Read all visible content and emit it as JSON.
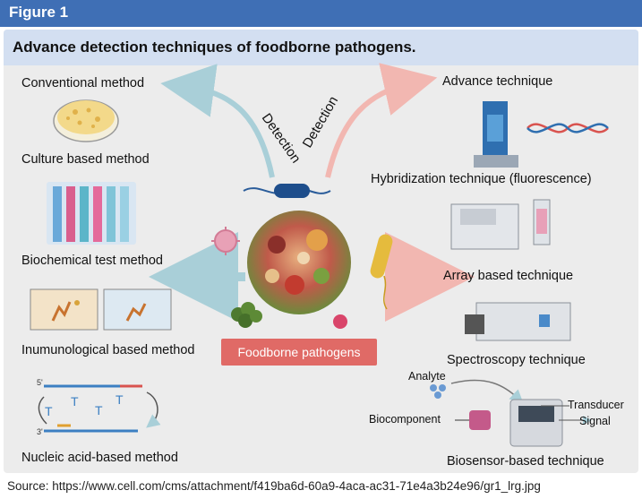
{
  "figure_label": "Figure 1",
  "title": "Advance detection techniques of foodborne pathogens.",
  "left_column": {
    "heading": "Conventional method",
    "methods": [
      "Culture based method",
      "Biochemical test method",
      "Inumunological based method",
      "Nucleic acid-based method"
    ]
  },
  "right_column": {
    "heading": "Advance technique",
    "methods": [
      "Hybridization technique (fluorescence)",
      "Array based technique",
      "Spectroscopy technique",
      "Biosensor-based technique"
    ],
    "biosensor_parts": {
      "analyte": "Analyte",
      "biocomponent": "Biocomponent",
      "transducer": "Transducer",
      "signal": "Signal"
    }
  },
  "center": {
    "arrow_left_text": "Detection",
    "arrow_right_text": "Detection",
    "pathogen_label": "Foodborne pathogens"
  },
  "dna_strand_labels": {
    "five_prime": "5'",
    "three_prime": "3'"
  },
  "source": "Source: https://www.cell.com/cms/attachment/f419ba6d-60a9-4aca-ac31-71e4a3b24e96/gr1_lrg.jpg",
  "colors": {
    "header_blue": "#3f6fb5",
    "title_band": "#d3dff1",
    "panel_bg": "#ececec",
    "pathogen_box": "#e06a66",
    "arrow_left": "#a9cfd8",
    "arrow_right": "#f2b7b1"
  }
}
